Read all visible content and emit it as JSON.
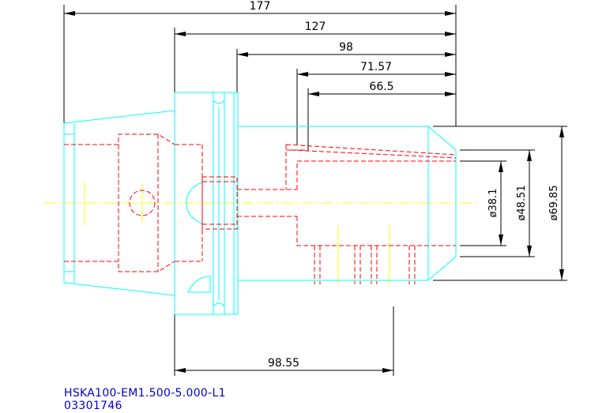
{
  "drawing": {
    "part_number": "HSKA100-EM1.500-5.000-L1",
    "drawing_number": "03301746",
    "dimensions": {
      "overall_length": "177",
      "length_127": "127",
      "length_98": "98",
      "length_71_57": "71.57",
      "length_66_5": "66.5",
      "length_98_55": "98.55",
      "bore_diameter": "ø38.1",
      "shank_diameter": "ø48.51",
      "body_diameter": "ø69.85"
    },
    "colors": {
      "outline": "#00ffff",
      "hidden": "#ff0000",
      "centerline": "#ffff00",
      "dimension": "#000000",
      "caption": "#0000cc"
    }
  }
}
